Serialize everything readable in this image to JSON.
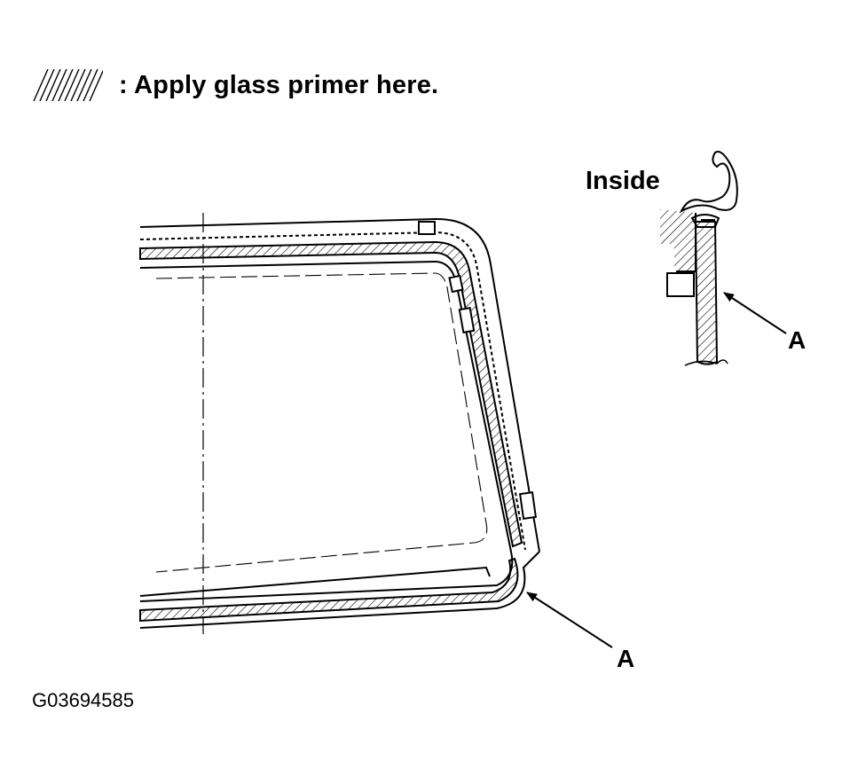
{
  "legend": {
    "text": ": Apply glass primer here.",
    "swatch_icon": "diagonal-hatch-swatch"
  },
  "labels": {
    "inside": "Inside",
    "callout_a_detail": "A",
    "callout_a_main": "A"
  },
  "figure_code": "G03694585",
  "colors": {
    "line": "#000000",
    "background": "#ffffff"
  }
}
